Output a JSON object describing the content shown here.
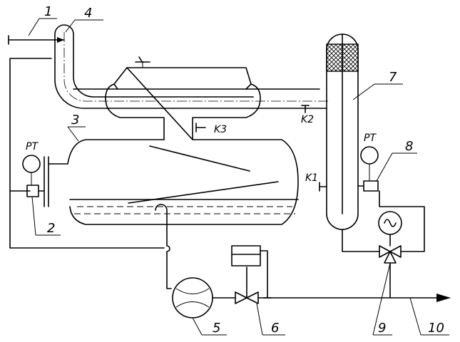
{
  "callouts": {
    "c1": "1",
    "c2": "2",
    "c3": "3",
    "c4": "4",
    "c5": "5",
    "c6": "6",
    "c7": "7",
    "c8": "8",
    "c9": "9",
    "c10": "10"
  },
  "instruments": {
    "pt_left": "PT",
    "pt_right": "PT"
  },
  "connections": {
    "k1": "K1",
    "k2": "K2",
    "k3": "K3"
  }
}
